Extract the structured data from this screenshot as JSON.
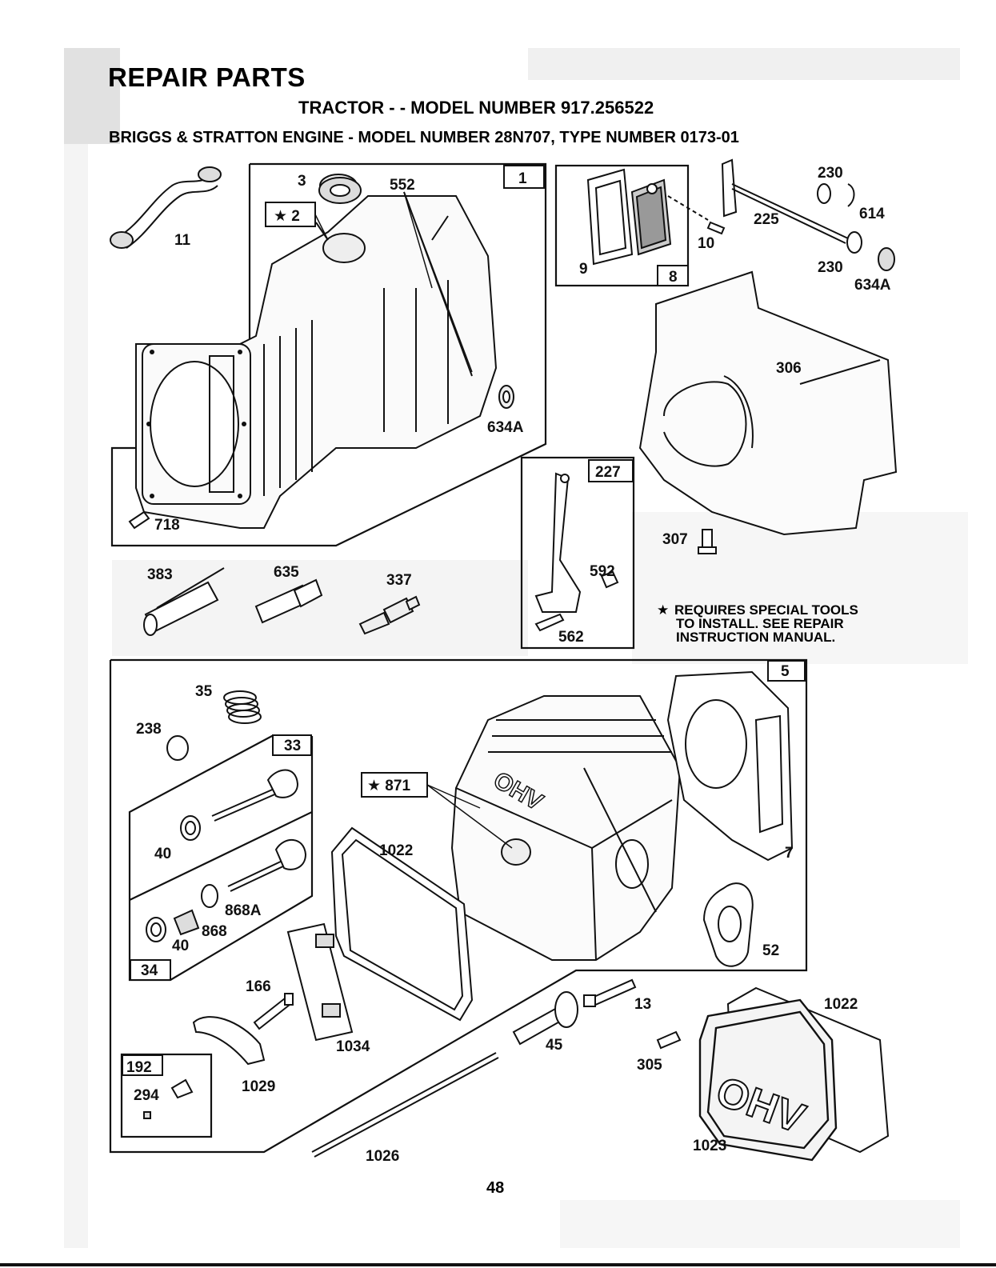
{
  "header": {
    "title": "REPAIR PARTS",
    "model_line": "TRACTOR - - MODEL NUMBER 917.256522",
    "engine_line": "BRIGGS & STRATTON ENGINE - MODEL NUMBER 28N707, TYPE NUMBER 0173-01"
  },
  "note": {
    "star": "★",
    "lines": [
      "REQUIRES SPECIAL TOOLS",
      "TO INSTALL.  SEE REPAIR",
      "INSTRUCTION MANUAL."
    ]
  },
  "page_number": "48",
  "cast_lettering": "OHV",
  "colors": {
    "ink": "#111111",
    "paper": "#ffffff",
    "shade": "#b8b8b8"
  },
  "part_labels": {
    "p11": "11",
    "p3": "3",
    "p552": "552",
    "p2": "★ 2",
    "p1": "1",
    "p634a_top": "634A",
    "p718": "718",
    "p634a": "634A",
    "p9": "9",
    "p8": "8",
    "p10": "10",
    "p230_top": "230",
    "p225": "225",
    "p614": "614",
    "p230_bot": "230",
    "p306": "306",
    "p227": "227",
    "p592": "592",
    "p562": "562",
    "p307": "307",
    "p383": "383",
    "p635": "635",
    "p337": "337",
    "p5": "5",
    "p35": "35",
    "p238": "238",
    "p33": "33",
    "p871": "★ 871",
    "p40a": "40",
    "p1022a": "1022",
    "p7": "7",
    "p868a": "868A",
    "p868": "868",
    "p40b": "40",
    "p34": "34",
    "p52": "52",
    "p166": "166",
    "p13": "13",
    "p1022b": "1022",
    "p1034": "1034",
    "p45": "45",
    "p305": "305",
    "p192": "192",
    "p294": "294",
    "p1029": "1029",
    "p1023": "1023",
    "p1026": "1026"
  }
}
